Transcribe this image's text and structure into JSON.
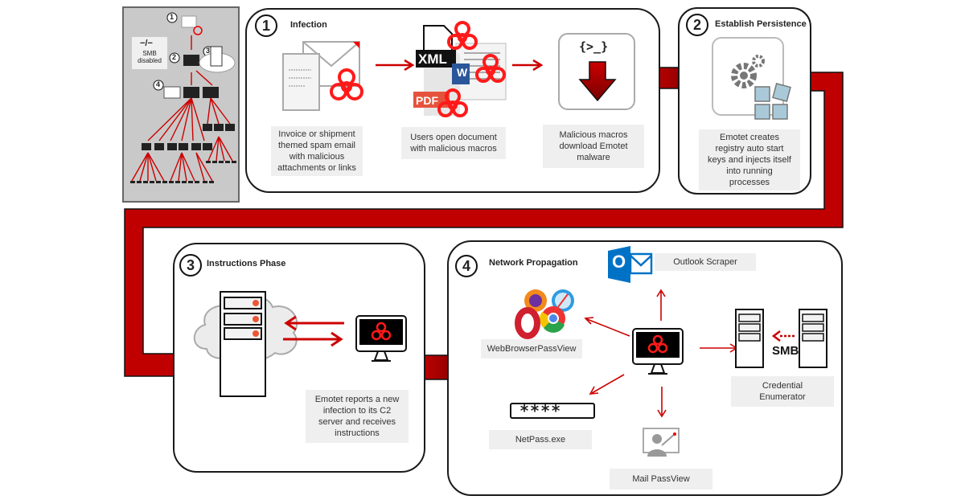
{
  "overview": {
    "smb_note_symbol": "−/−",
    "smb_note": "SMB\ndisabled",
    "step_numbers": [
      "1",
      "2",
      "3",
      "4"
    ]
  },
  "panels": [
    {
      "number": "1",
      "title": "Infection",
      "captions": [
        "Invoice or shipment\nthemed spam email\nwith malicious\nattachments or links",
        "Users open document\nwith malicious macros",
        "Malicious macros\ndownload Emotet\nmalware"
      ],
      "doc_labels": {
        "xml": "XML",
        "word": "W",
        "pdf": "PDF"
      },
      "terminal_glyph": "{>_}"
    },
    {
      "number": "2",
      "title": "Establish Persistence",
      "captions": [
        "Emotet creates\nregistry auto start\nkeys and injects itself\ninto running\nprocesses"
      ]
    },
    {
      "number": "3",
      "title": "Instructions Phase",
      "captions": [
        "Emotet reports a new\ninfection to its C2\nserver and receives\ninstructions"
      ]
    },
    {
      "number": "4",
      "title": "Network Propagation",
      "modules": {
        "outlook": "Outlook Scraper",
        "browser": "WebBrowserPassView",
        "netpass": "NetPass.exe",
        "mail": "Mail PassView",
        "credential": "Credential\nEnumerator"
      },
      "password_mask": "****",
      "smb_label": "SMB",
      "outlook_letter": "O"
    }
  ],
  "colors": {
    "accent_red": "#c00000",
    "dark_red": "#7a0000",
    "biohazard_red": "#ff1a1a",
    "caption_bg": "#efefef",
    "outlook_blue": "#0072c6"
  }
}
